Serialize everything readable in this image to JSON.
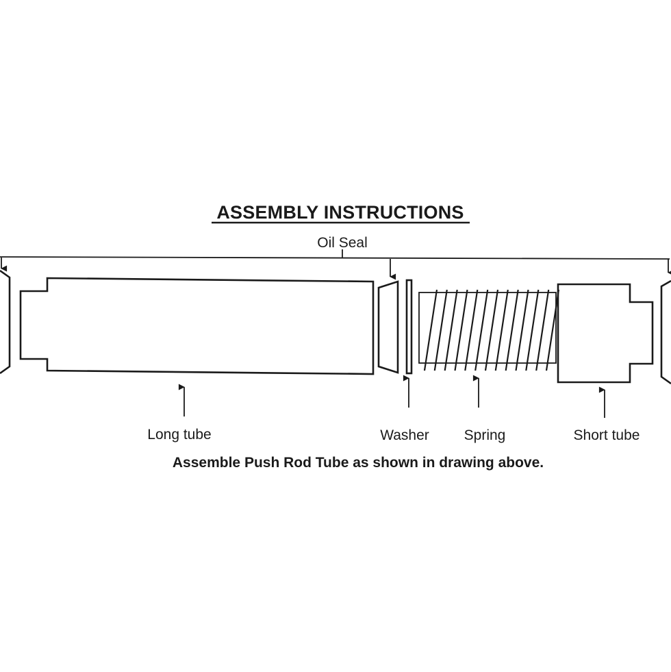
{
  "title": "ASSEMBLY INSTRUCTIONS",
  "labels": {
    "oil_seal": "Oil Seal",
    "long_tube": "Long tube",
    "washer": "Washer",
    "spring": "Spring",
    "short_tube": "Short tube"
  },
  "caption": "Assemble Push Rod Tube as shown in drawing above."
}
